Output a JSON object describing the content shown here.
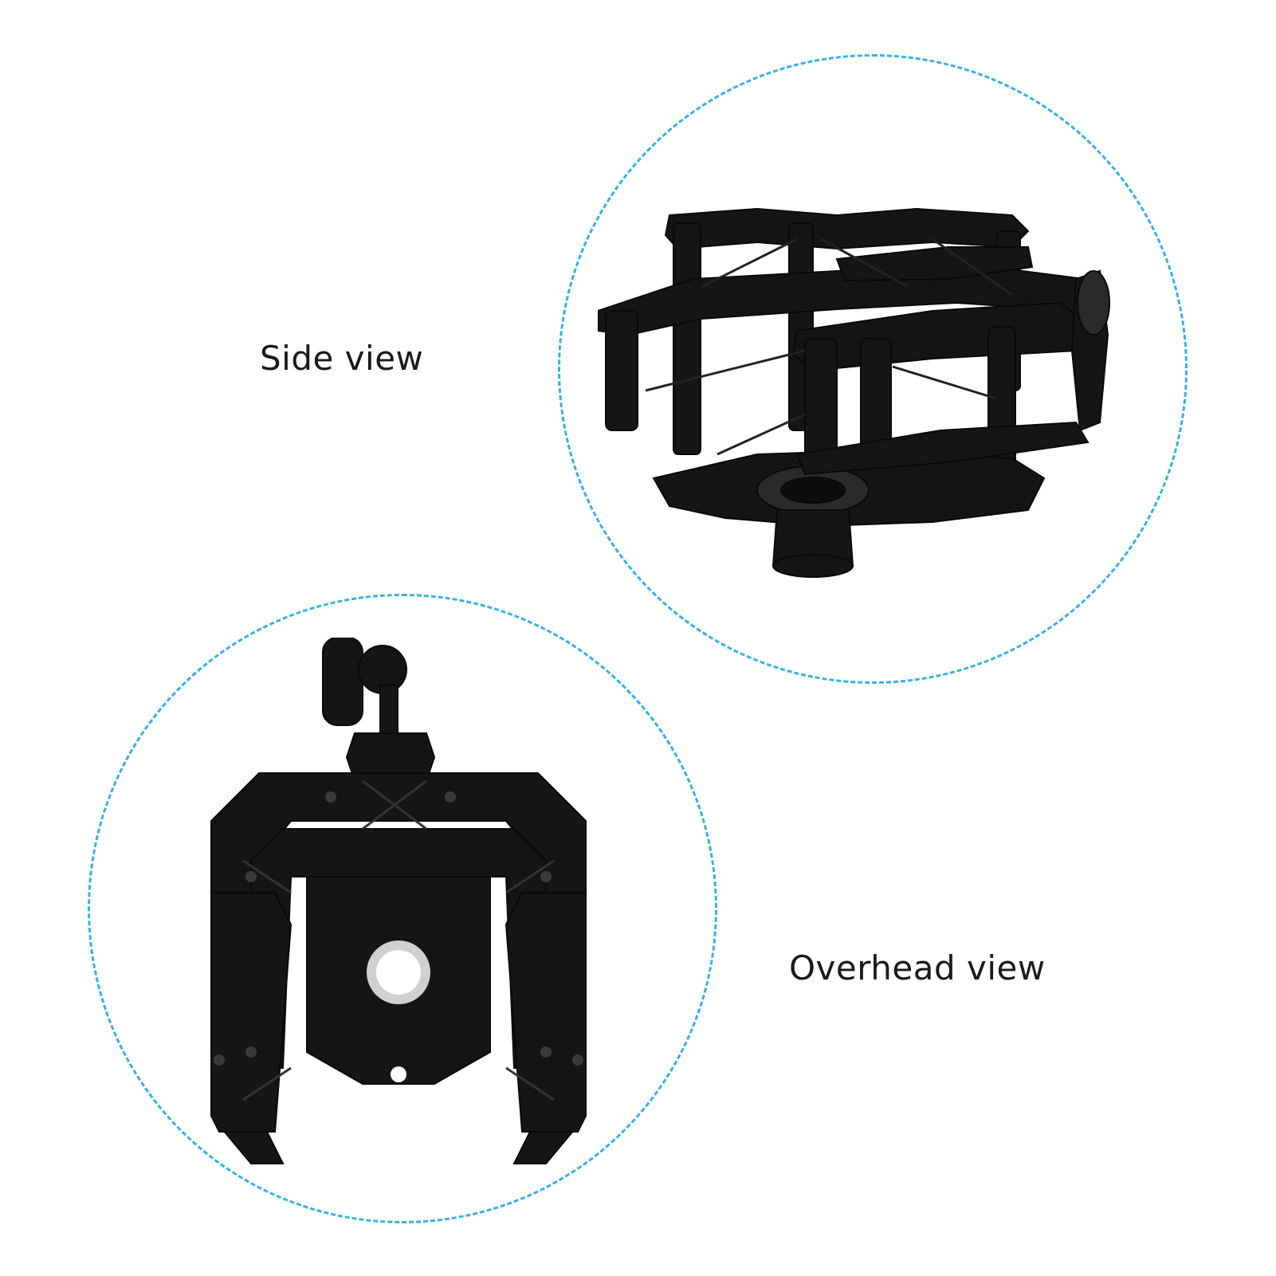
{
  "captions": {
    "side": "Side view",
    "overhead": "Overhead view"
  },
  "colors": {
    "ring": "#3ab0e2",
    "product": "#151515",
    "background": "#ffffff"
  },
  "photos": {
    "side": "shock-mount-side-photo",
    "overhead": "shock-mount-overhead-photo"
  }
}
